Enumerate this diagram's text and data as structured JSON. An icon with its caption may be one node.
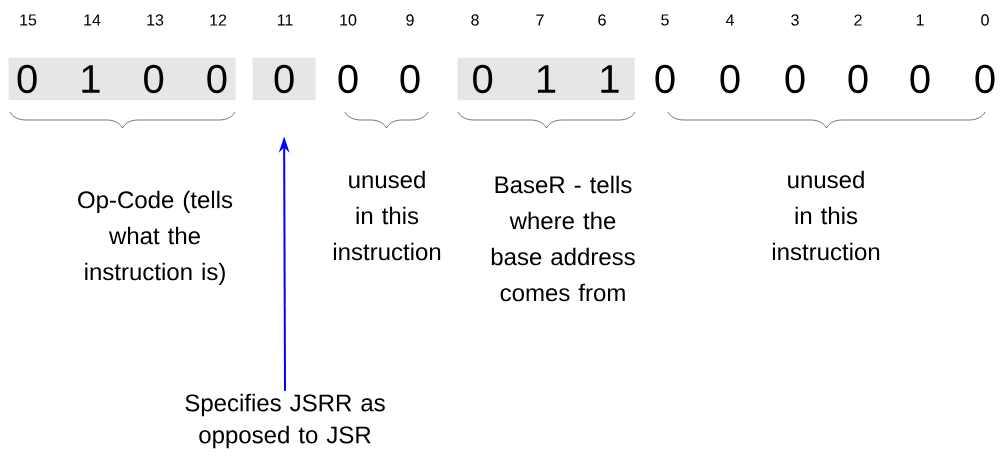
{
  "diagram": {
    "nodes": [
      {
        "text": [
          "0",
          "1",
          "0",
          "0"
        ]
      },
      {
        "text": [
          "0"
        ]
      },
      {
        "text": [
          "0",
          "1",
          "1"
        ]
      },
      {
        "text": [
          "Specifies JSRR as opposed to JSR"
        ]
      }
    ],
    "edges": [
      {
        "from": 3,
        "to": 1,
        "arrow": "to",
        "color": "#0000ff"
      }
    ],
    "labels": [
      "15",
      "14",
      "13",
      "12",
      "11",
      "10",
      "9",
      "8",
      "7",
      "6",
      "5",
      "4",
      "3",
      "2",
      "1",
      "0",
      "0",
      "0",
      "0",
      "0",
      "0",
      "0",
      "0",
      "0",
      "Op-Code (tells what the instruction is)",
      "unused in this instruction",
      "BaseR - tells where the base address comes from",
      "unused in this instruction"
    ]
  }
}
